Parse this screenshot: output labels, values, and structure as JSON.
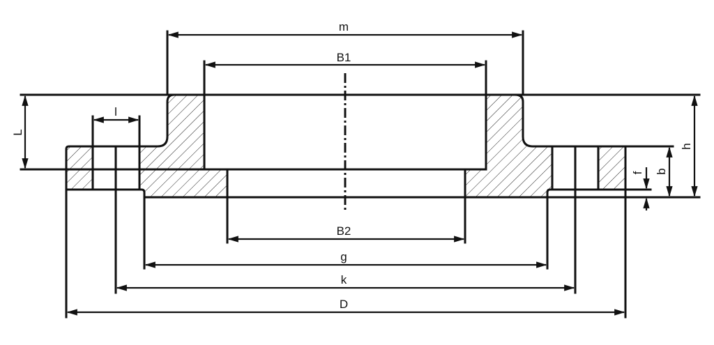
{
  "title": "Flange dimension drawing",
  "labels": {
    "m": "m",
    "B1": "B1",
    "B2": "B2",
    "g": "g",
    "k": "k",
    "D": "D",
    "L": "L",
    "l": "l",
    "h": "h",
    "b": "b",
    "f": "f"
  },
  "colors": {
    "line": "#111111",
    "background": "#ffffff"
  }
}
